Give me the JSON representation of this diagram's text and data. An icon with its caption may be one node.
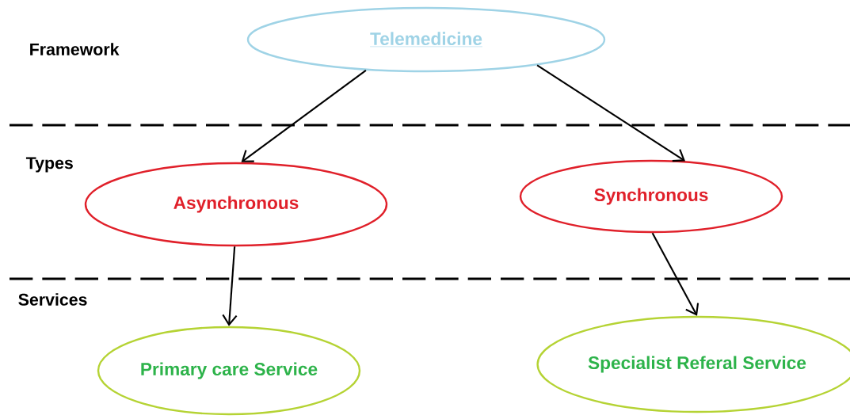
{
  "diagram": {
    "nodes": [
      {
        "text": [
          "Telemedicine"
        ]
      },
      {
        "text": [
          "Asynchronous"
        ]
      },
      {
        "text": [
          "Synchronous"
        ]
      },
      {
        "text": [
          "Primary care Service"
        ]
      },
      {
        "text": [
          "Specialist Referal Service"
        ]
      }
    ],
    "edges": [
      {
        "from": 0,
        "to": 1,
        "arrow": "to"
      },
      {
        "from": 0,
        "to": 2,
        "arrow": "to"
      },
      {
        "from": 1,
        "to": 3,
        "arrow": "to"
      },
      {
        "from": 2,
        "to": 4,
        "arrow": "to"
      }
    ],
    "labels": [
      "Framework",
      "Types",
      "Services"
    ]
  }
}
